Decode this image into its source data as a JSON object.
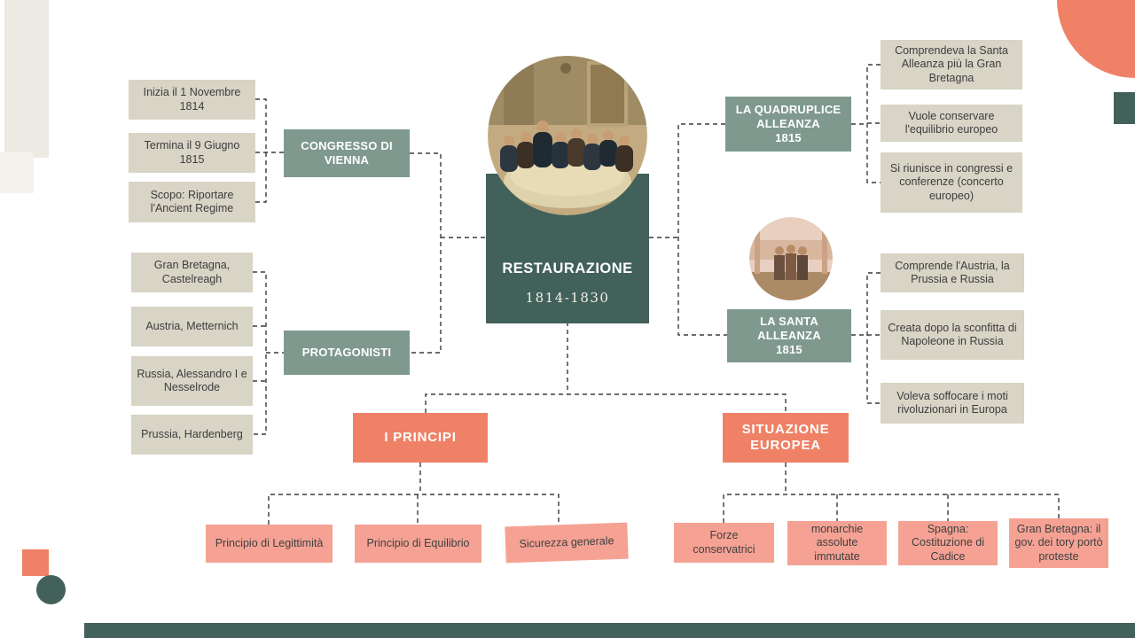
{
  "palette": {
    "dark_teal": "#42615a",
    "sage_green": "#7f998f",
    "beige": "#d8d4c6",
    "coral": "#ef8166",
    "light_salmon": "#f5a294",
    "text_ink": "#3d3d3d"
  },
  "center": {
    "title": "RESTAURAZIONE",
    "dates": "1814-1830"
  },
  "images": {
    "main": "congress-of-vienna-engraving",
    "secondary": "holy-alliance-painting"
  },
  "congresso": {
    "label": "CONGRESSO DI VIENNA",
    "facts": [
      "Inizia il 1 Novembre 1814",
      "Termina il 9 Giugno 1815",
      "Scopo: Riportare l'Ancient Regime"
    ]
  },
  "protagonisti": {
    "label": "PROTAGONISTI",
    "facts": [
      "Gran Bretagna, Castelreagh",
      "Austria, Metternich",
      "Russia, Alessandro I e Nesselrode",
      "Prussia, Hardenberg"
    ]
  },
  "quadruplice": {
    "label": "LA QUADRUPLICE ALLEANZA",
    "year": "1815",
    "facts": [
      "Comprendeva la Santa Alleanza più la Gran Bretagna",
      "Vuole conservare l'equilibrio europeo",
      "Si riunisce  in congressi e conferenze (concerto europeo)"
    ]
  },
  "santa": {
    "label": "LA SANTA ALLEANZA",
    "year": "1815",
    "facts": [
      "Comprende l'Austria, la Prussia e Russia",
      "Creata dopo la sconfitta di Napoleone in Russia",
      "Voleva soffocare i moti rivoluzionari in Europa"
    ]
  },
  "principi": {
    "label": "I PRINCIPI",
    "items": [
      "Principio di Legittimità",
      "Principio di Equilibrio",
      "Sicurezza generale"
    ]
  },
  "situazione": {
    "label": "SITUAZIONE EUROPEA",
    "items": [
      "Forze conservatrici",
      "monarchie assolute immutate",
      "Spagna: Costituzione di Cadice",
      "Gran Bretagna: il gov. dei tory portò proteste"
    ]
  }
}
